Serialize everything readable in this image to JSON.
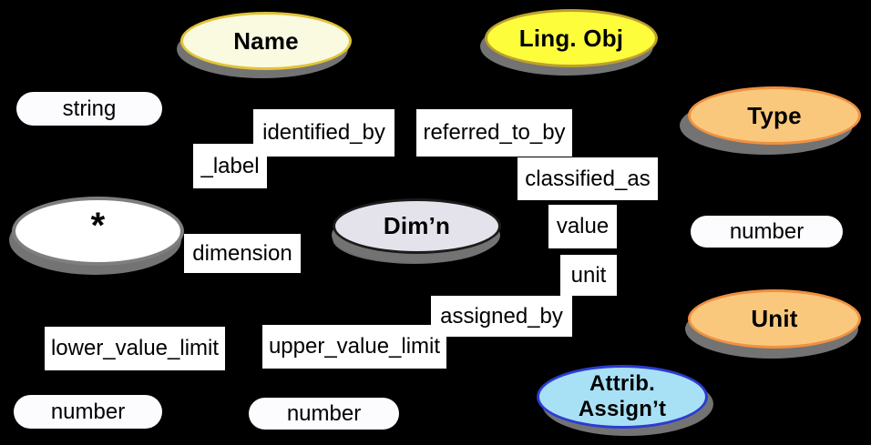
{
  "diagram": {
    "background_color": "#000000",
    "shadow_color": "#737373",
    "text_color": "#000000",
    "entities": [
      {
        "id": "name",
        "label": "Name",
        "fill": "#FAFAE1",
        "border_color": "#E1C337"
      },
      {
        "id": "ling-obj",
        "label": "Ling. Obj",
        "fill": "#FDFD3C",
        "border_color": "#BEA02D"
      },
      {
        "id": "type",
        "label": "Type",
        "fill": "#FAC87D",
        "border_color": "#F09140"
      },
      {
        "id": "any",
        "label": "*",
        "fill": "#FFFFFF",
        "border_color": "#7E7E7E"
      },
      {
        "id": "dimension-node",
        "label": "Dim’n",
        "fill": "#E4E3EB",
        "border_color": "#1B1B1B"
      },
      {
        "id": "unit-node",
        "label": "Unit",
        "fill": "#FAC87D",
        "border_color": "#F09140"
      },
      {
        "id": "attrib-assignt",
        "label_line1": "Attrib.",
        "label_line2": "Assign’t",
        "fill": "#A8E1F5",
        "border_color": "#2D3CD2"
      }
    ],
    "properties": [
      {
        "id": "identified_by",
        "label": "identified_by"
      },
      {
        "id": "referred_to_by",
        "label": "referred_to_by"
      },
      {
        "id": "_label",
        "label": "_label"
      },
      {
        "id": "classified_as",
        "label": "classified_as"
      },
      {
        "id": "value",
        "label": "value"
      },
      {
        "id": "unit",
        "label": "unit"
      },
      {
        "id": "assigned_by",
        "label": "assigned_by"
      },
      {
        "id": "dimension",
        "label": "dimension"
      },
      {
        "id": "lower_value_limit",
        "label": "lower_value_limit"
      },
      {
        "id": "upper_value_limit",
        "label": "upper_value_limit"
      }
    ],
    "datatypes": [
      {
        "id": "string",
        "label": "string"
      },
      {
        "id": "number-left",
        "label": "number"
      },
      {
        "id": "number-middle",
        "label": "number"
      },
      {
        "id": "number-right",
        "label": "number"
      }
    ]
  }
}
